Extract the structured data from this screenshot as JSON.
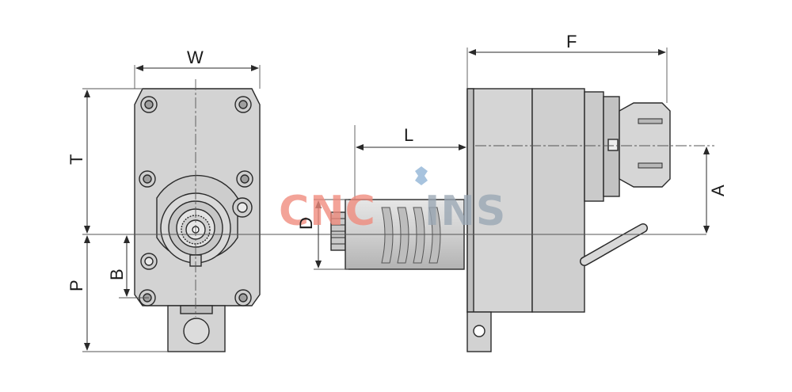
{
  "dimensions": {
    "W": "W",
    "T": "T",
    "P": "P",
    "B": "B",
    "D": "D",
    "L": "L",
    "F": "F",
    "A": "A"
  },
  "watermark": {
    "part1": "CNC",
    "part2": "INS",
    "color1": "#f08a7c",
    "color2": "#9aa7b4"
  },
  "colors": {
    "body": "#d3d3d3",
    "body_dark": "#b9b9b9",
    "outline": "#2a2a2a",
    "dim_line": "#3a3a3a"
  }
}
